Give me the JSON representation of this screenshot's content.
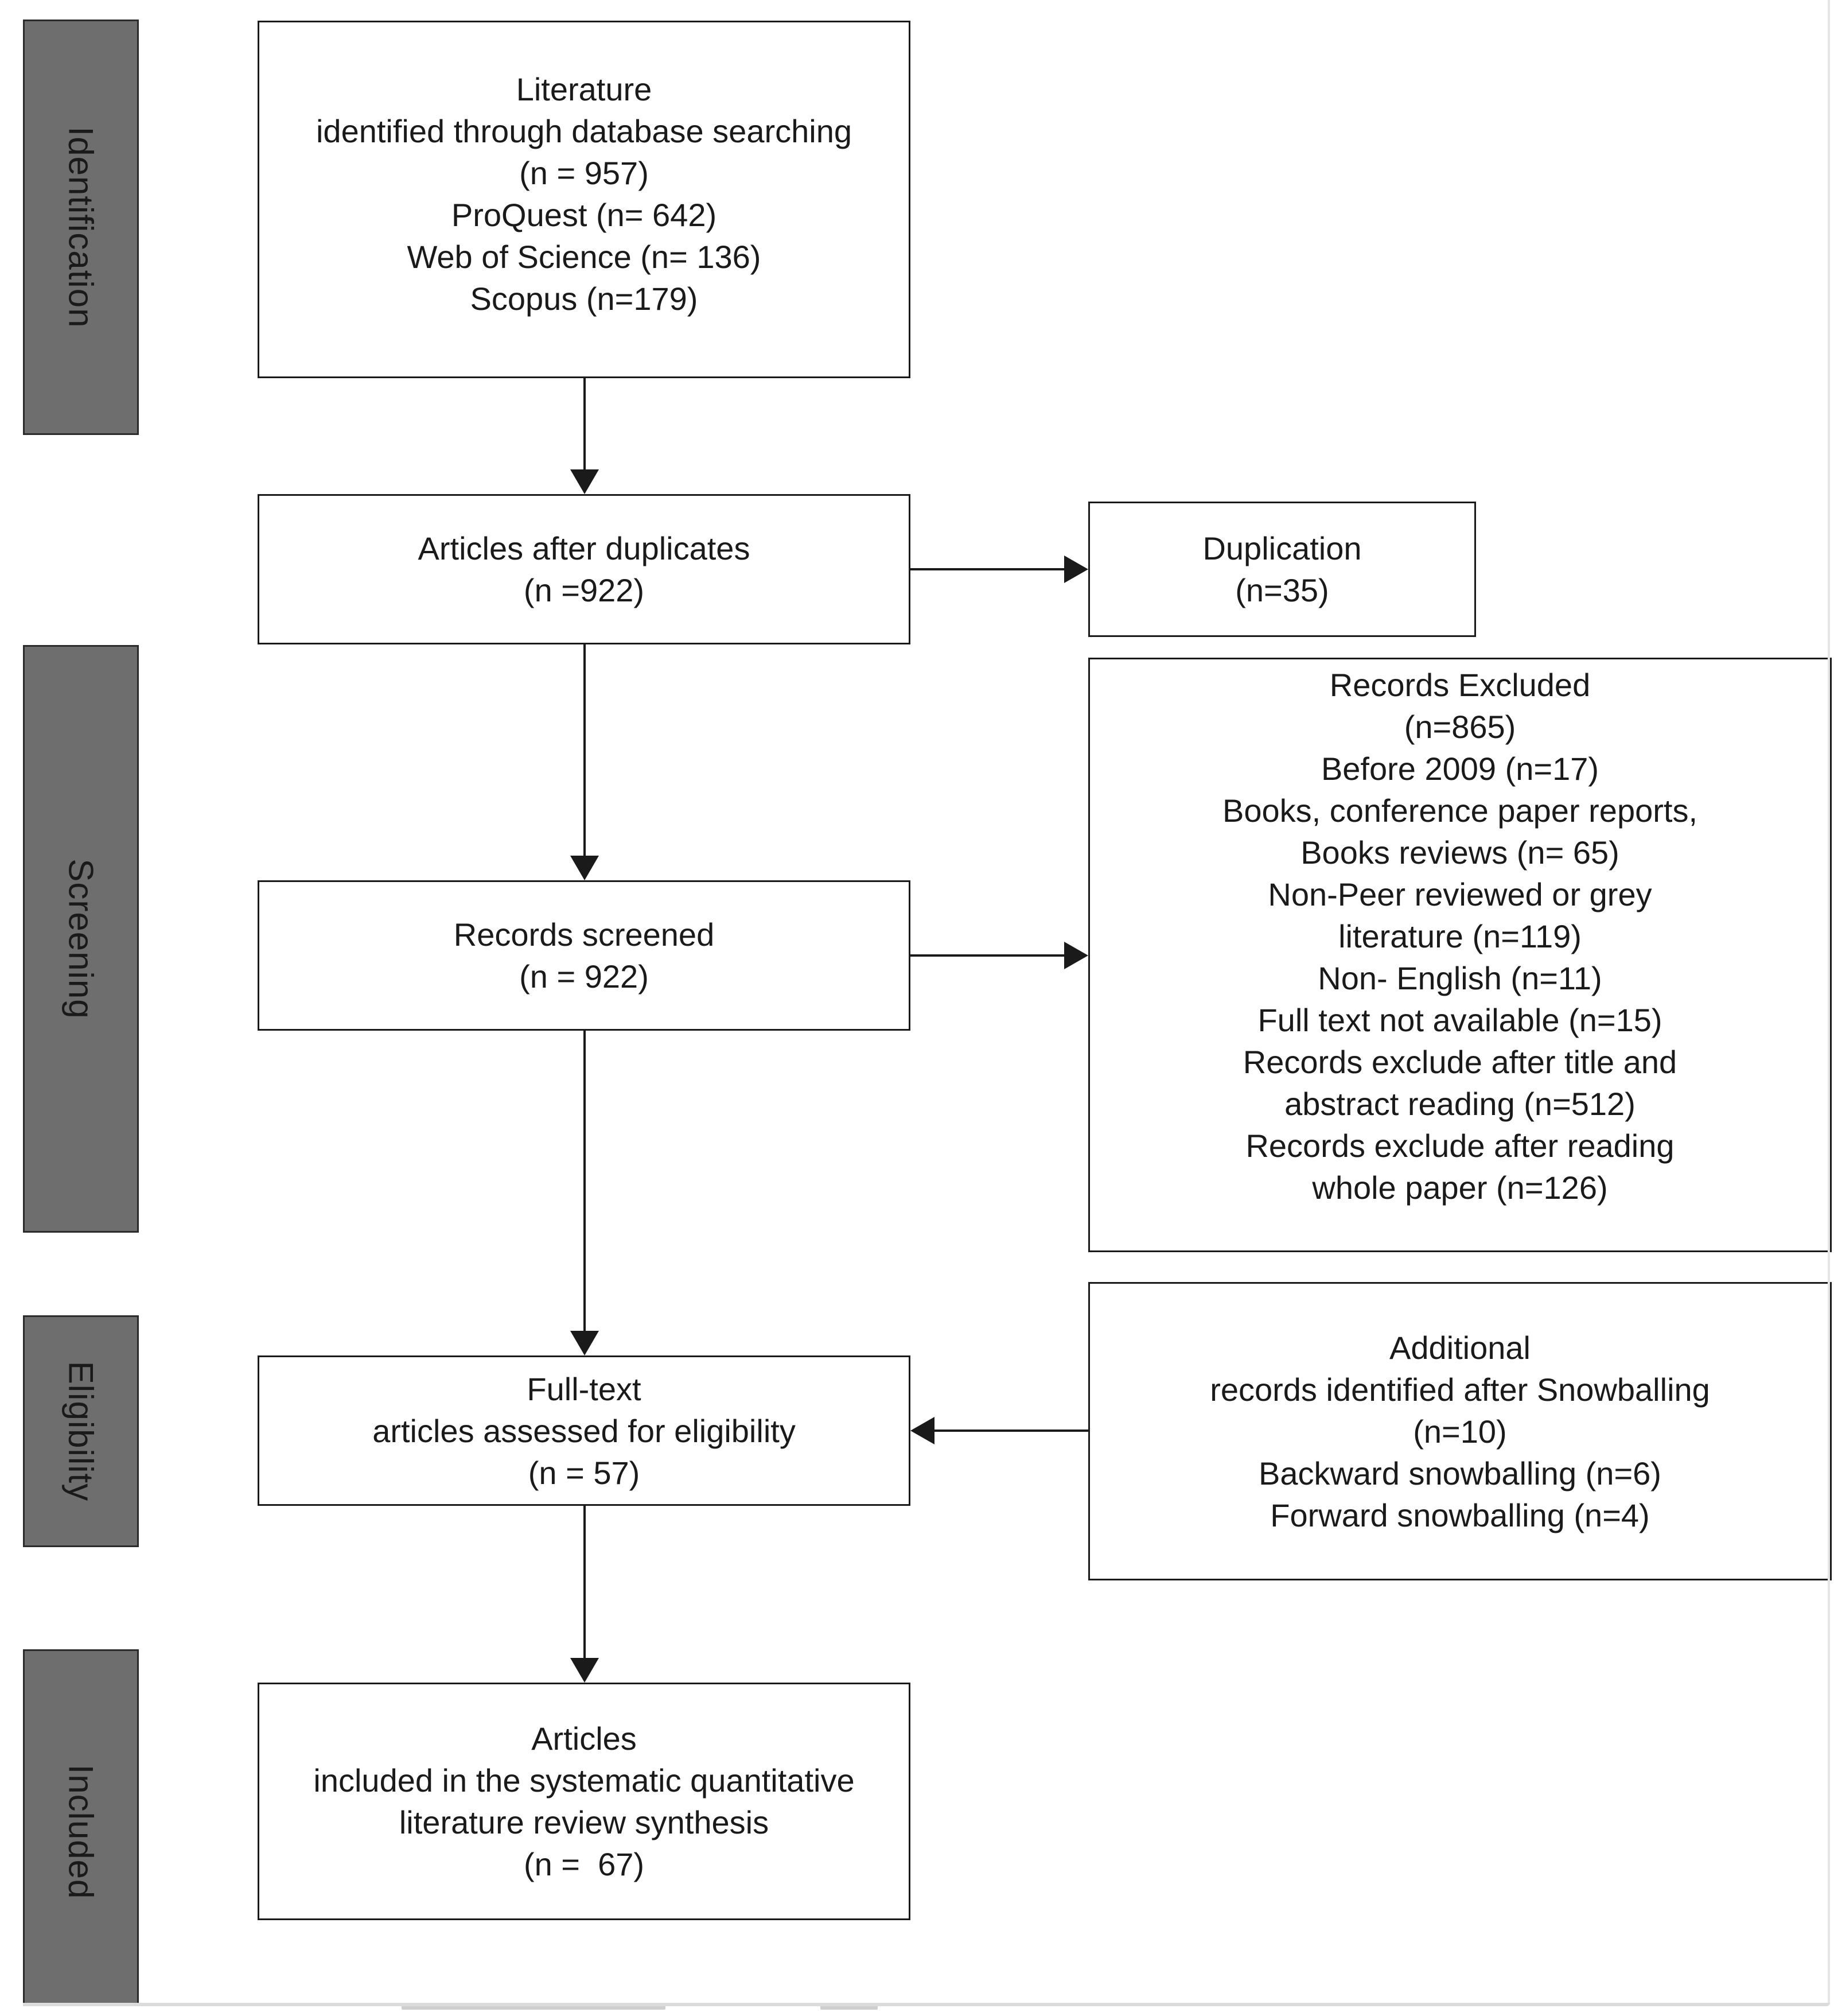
{
  "phases": {
    "identification": "Identification",
    "screening": "Screening",
    "eligibility": "Eligibility",
    "included": "Included"
  },
  "boxes": {
    "identified": {
      "lines": [
        "Literature",
        "identified through database searching",
        "(n = 957)",
        "ProQuest (n= 642)",
        "Web of Science (n= 136)",
        "Scopus (n=179)"
      ]
    },
    "after_duplicates": {
      "lines": [
        "Articles after duplicates",
        "(n =922)"
      ]
    },
    "duplication": {
      "lines": [
        "Duplication",
        "(n=35)"
      ]
    },
    "screened": {
      "lines": [
        "Records screened",
        "(n = 922)"
      ]
    },
    "excluded": {
      "lines": [
        "Records Excluded",
        "(n=865)",
        "Before 2009 (n=17)",
        "Books, conference paper reports,",
        "Books reviews (n= 65)",
        "Non-Peer reviewed or grey",
        "literature (n=119)",
        "Non- English (n=11)",
        "Full text not available (n=15)",
        "Records exclude after title and",
        "abstract reading (n=512)",
        "Records exclude after reading",
        "whole paper (n=126)"
      ]
    },
    "full_text": {
      "lines": [
        "Full-text",
        "articles assessed for eligibility",
        "(n = 57)"
      ]
    },
    "snowballing": {
      "lines": [
        "Additional",
        "records identified after Snowballing",
        "(n=10)",
        "Backward snowballing (n=6)",
        "Forward snowballing (n=4)"
      ]
    },
    "included": {
      "lines": [
        "Articles",
        "included in the systematic quantitative",
        "literature review synthesis",
        "(n =  67)"
      ]
    }
  },
  "colors": {
    "phase_fill": "#6e6e6e",
    "line": "#1a1a1a"
  }
}
